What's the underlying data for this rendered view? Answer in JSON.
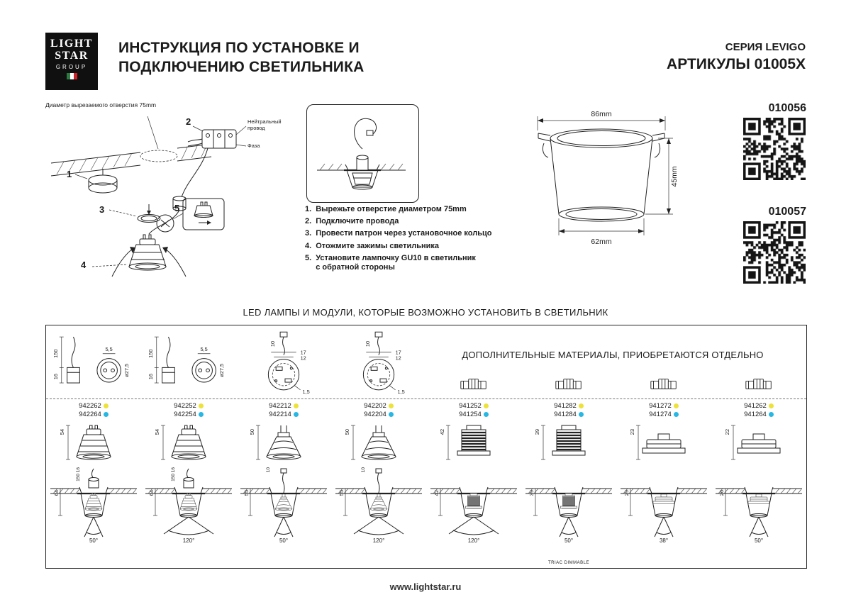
{
  "logo": {
    "line1": "LIGHT",
    "line2": "STAR",
    "line3": "GROUP"
  },
  "header": {
    "title1": "ИНСТРУКЦИЯ ПО УСТАНОВКЕ И",
    "title2": "ПОДКЛЮЧЕНИЮ СВЕТИЛЬНИКА",
    "series": "СЕРИЯ LEVIGO",
    "articles": "АРТИКУЛЫ 01005X"
  },
  "install": {
    "hole_note": "Диаметр вырезаемого отверстия 75mm",
    "neutral": "Нейтральный\nпровод",
    "phase": "Фаза",
    "callouts": [
      "1",
      "2",
      "3",
      "4",
      "5"
    ],
    "steps": [
      {
        "n": "1.",
        "t": "Вырежьте отверстие диаметром 75mm"
      },
      {
        "n": "2.",
        "t": "Подключите провода"
      },
      {
        "n": "3.",
        "t": "Провести патрон через установочное кольцо"
      },
      {
        "n": "4.",
        "t": "Отожмите зажимы светильника"
      },
      {
        "n": "5.",
        "t": "Установите лампочку GU10 в светильник\nс обратной стороны"
      }
    ],
    "dims": {
      "top": "86mm",
      "side": "45mm",
      "bottom": "62mm"
    }
  },
  "qr": [
    {
      "label": "010056"
    },
    {
      "label": "010057"
    }
  ],
  "lamps": {
    "title": "LED ЛАМПЫ И МОДУЛИ, КОТОРЫЕ ВОЗМОЖНО УСТАНОВИТЬ В СВЕТИЛЬНИК",
    "extra_title": "ДОПОЛНИТЕЛЬНЫЕ МАТЕРИАЛЫ, ПРИОБРЕТАЮТСЯ ОТДЕЛЬНО",
    "dot_colors": {
      "first": "#ede23b",
      "second": "#27b7e3"
    },
    "columns": [
      {
        "type": "gu10",
        "top": "socket",
        "codes": [
          "942262",
          "942264"
        ],
        "top_dims": {
          "cable": "150",
          "body": "16",
          "pins": "5,5",
          "dia": "ø27,5"
        },
        "profile_h": "54",
        "install_h": "64",
        "stem_dims": [
          "150",
          "16"
        ],
        "angle": "50°",
        "beam": "narrow"
      },
      {
        "type": "gu10",
        "top": "socket",
        "codes": [
          "942252",
          "942254"
        ],
        "top_dims": {
          "cable": "150",
          "body": "16",
          "pins": "5,5",
          "dia": "ø27,5"
        },
        "profile_h": "54",
        "install_h": "64",
        "stem_dims": [
          "150",
          "16"
        ],
        "angle": "120°",
        "beam": "wide"
      },
      {
        "type": "mr16",
        "top": "module",
        "codes": [
          "942212",
          "942214"
        ],
        "top_dims": {
          "wire": "10",
          "w1": "17",
          "w2": "12",
          "t": "1,5"
        },
        "profile_h": "50",
        "install_h": "55",
        "stem_dims": [
          "10"
        ],
        "angle": "50°",
        "beam": "narrow"
      },
      {
        "type": "mr16",
        "top": "module",
        "codes": [
          "942202",
          "942204"
        ],
        "top_dims": {
          "wire": "10",
          "w1": "17",
          "w2": "12",
          "t": "1,5"
        },
        "profile_h": "50",
        "install_h": "55",
        "stem_dims": [
          "10"
        ],
        "angle": "120°",
        "beam": "wide"
      },
      {
        "type": "led",
        "top": "connector",
        "codes": [
          "941252",
          "941254"
        ],
        "profile_h": "42",
        "install_h": "42",
        "angle": "120°",
        "beam": "wide"
      },
      {
        "type": "led",
        "top": "connector",
        "codes": [
          "941282",
          "941284"
        ],
        "profile_h": "39",
        "install_h": "39",
        "angle": "50°",
        "beam": "narrow",
        "note": "TRIAC DIMMABLE"
      },
      {
        "type": "slim",
        "top": "connector",
        "codes": [
          "941272",
          "941274"
        ],
        "profile_h": "23",
        "install_h": "29",
        "angle": "38°",
        "beam": "narrow"
      },
      {
        "type": "slim",
        "top": "connector",
        "codes": [
          "941262",
          "941264"
        ],
        "profile_h": "22",
        "install_h": "26",
        "angle": "50°",
        "beam": "narrow"
      }
    ]
  },
  "footer": {
    "url": "www.lightstar.ru"
  }
}
